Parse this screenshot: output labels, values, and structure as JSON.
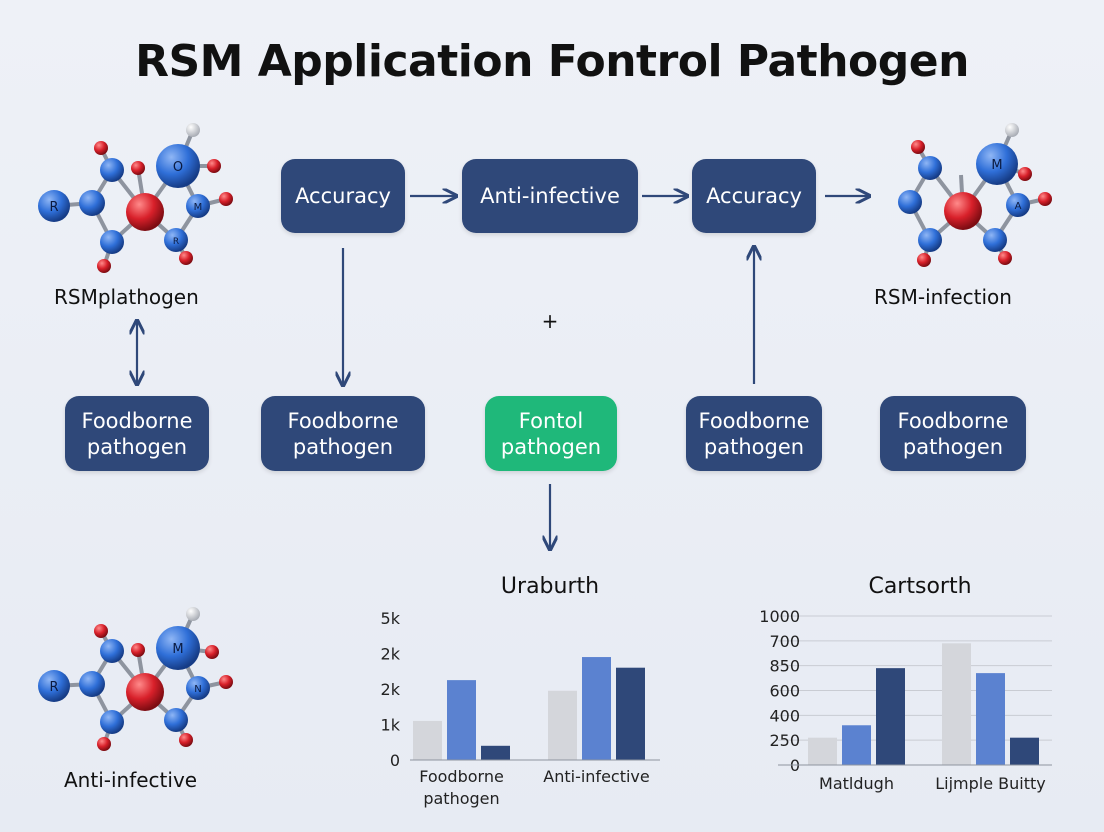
{
  "title": "RSM Application Fontrol Pathogen",
  "flow": {
    "top_boxes": [
      "Accuracy",
      "Anti-infective",
      "Accuracy"
    ],
    "bottom_boxes": [
      "Foodborne\npathogen",
      "Foodborne\npathogen",
      "Fontol\npathogen",
      "Foodborne\npathogen",
      "Foodborne\npathogen"
    ],
    "plus_sign": "+"
  },
  "molecules": {
    "top_left_label": "RSMplathogen",
    "top_right_label": "RSM-infection",
    "bottom_left_label": "Anti-infective",
    "atom_letters": {
      "top_left": [
        "R",
        "O",
        "M",
        "R"
      ],
      "top_right": [
        "M",
        "A"
      ],
      "bottom_left": [
        "R",
        "M",
        "N"
      ]
    }
  },
  "colors": {
    "box_blue": "#2f4879",
    "box_green": "#1fb87a",
    "atom_blue": "#2f6fd8",
    "atom_red": "#d8202a",
    "bar_gray": "#d4d6db",
    "bar_mid": "#5b82d0",
    "bar_dark": "#2f4879"
  },
  "chart_data": [
    {
      "type": "bar",
      "title": "Uraburth",
      "categories": [
        "Foodborne\npathogen",
        "Anti-infective"
      ],
      "y_tick_labels": [
        "0",
        "1k",
        "2k",
        "2k",
        "5k"
      ],
      "ylim": [
        0,
        4
      ],
      "series": [
        {
          "values": [
            1.1,
            1.95
          ]
        },
        {
          "values": [
            2.25,
            2.9
          ]
        },
        {
          "values": [
            0.4,
            2.6
          ]
        }
      ],
      "grid": false
    },
    {
      "type": "bar",
      "title": "Cartsorth",
      "categories": [
        "Matldugh",
        "Lijmple Buitty"
      ],
      "y_tick_labels": [
        "0",
        "250",
        "400",
        "600",
        "850",
        "700",
        "1000"
      ],
      "ylim": [
        0,
        6
      ],
      "series": [
        {
          "values": [
            1.1,
            4.9
          ]
        },
        {
          "values": [
            1.6,
            3.7
          ]
        },
        {
          "values": [
            3.9,
            1.1
          ]
        }
      ],
      "grid": true
    }
  ]
}
